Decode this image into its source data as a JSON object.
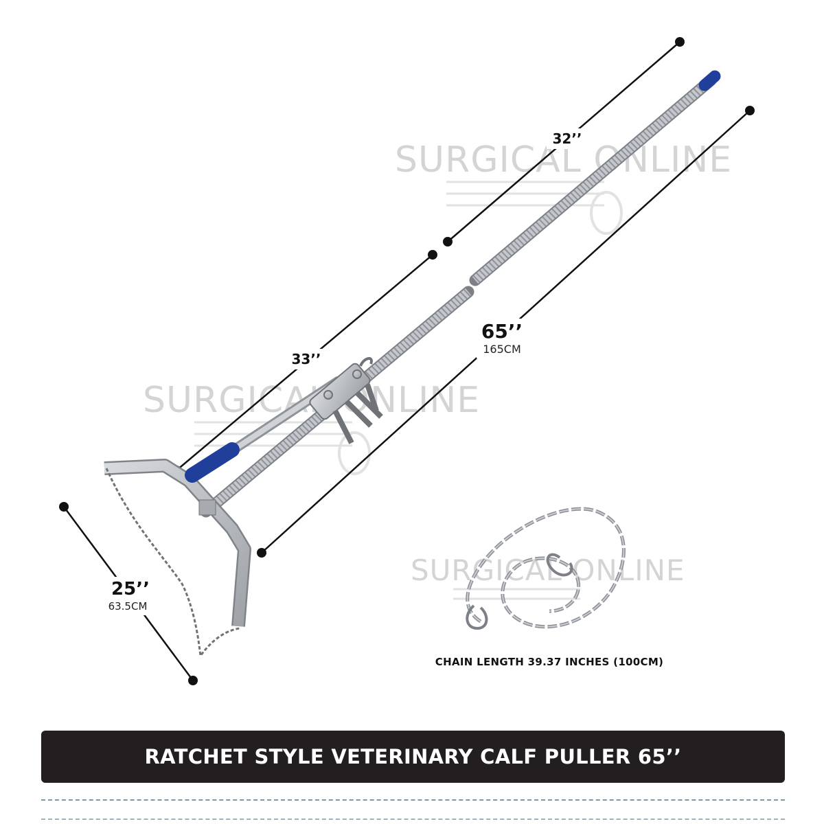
{
  "watermarks": [
    {
      "text": "SURGICAL ONLINE"
    },
    {
      "text": "SURGICAL ONLINE"
    },
    {
      "text": "SURGICAL ONLINE"
    }
  ],
  "dimensions": {
    "upper_rod": {
      "label": "32’’"
    },
    "lower_rod": {
      "label": "33’’"
    },
    "total": {
      "label": "65’’",
      "metric": "165CM"
    },
    "breech_bar": {
      "label": "25’’",
      "metric": "63.5CM"
    }
  },
  "chain_caption": "CHAIN LENGTH 39.37 INCHES (100CM)",
  "banner_title": "RATCHET STYLE VETERINARY CALF PULLER 65’’",
  "colors": {
    "banner_bg": "#231f20",
    "handle_blue": "#1f3f9a",
    "steel": "#b9bcc0"
  },
  "icons": [
    "calf-puller-illustration",
    "chain-illustration",
    "dimension-dot-icon"
  ]
}
